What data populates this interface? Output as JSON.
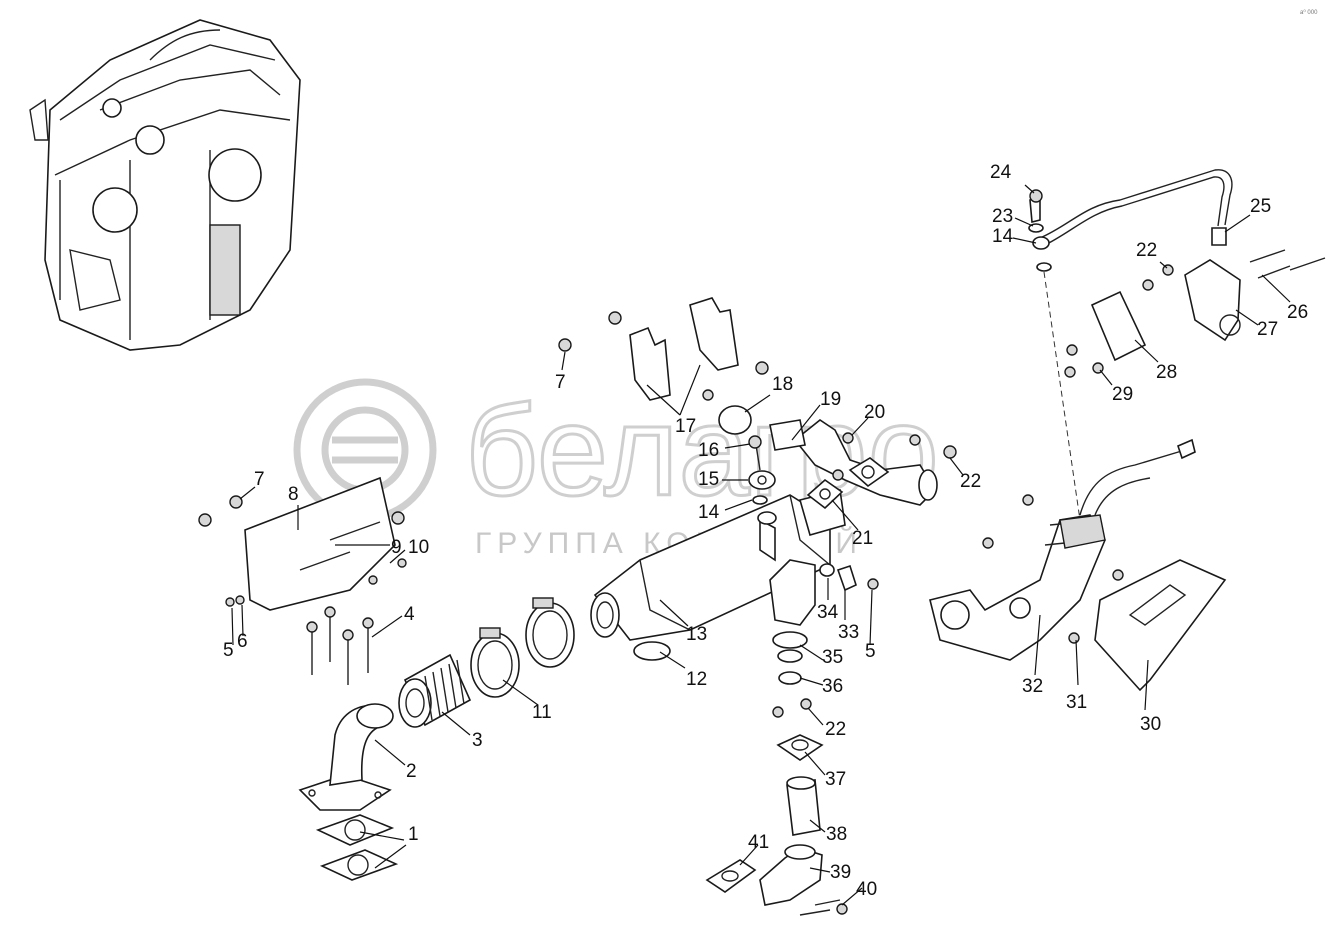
{
  "watermark": {
    "brand": "белагро",
    "subtitle": "ГРУППА КОМПАНИЙ"
  },
  "corner_code": "a⁰ 000",
  "callouts": [
    {
      "id": "c1",
      "text": "1"
    },
    {
      "id": "c2",
      "text": "2"
    },
    {
      "id": "c3",
      "text": "3"
    },
    {
      "id": "c4",
      "text": "4"
    },
    {
      "id": "c5a",
      "text": "5"
    },
    {
      "id": "c5b",
      "text": "5"
    },
    {
      "id": "c6",
      "text": "6"
    },
    {
      "id": "c7a",
      "text": "7"
    },
    {
      "id": "c7b",
      "text": "7"
    },
    {
      "id": "c8",
      "text": "8"
    },
    {
      "id": "c9",
      "text": "9"
    },
    {
      "id": "c10",
      "text": "10"
    },
    {
      "id": "c11",
      "text": "11"
    },
    {
      "id": "c12",
      "text": "12"
    },
    {
      "id": "c13",
      "text": "13"
    },
    {
      "id": "c14a",
      "text": "14"
    },
    {
      "id": "c14b",
      "text": "14"
    },
    {
      "id": "c15",
      "text": "15"
    },
    {
      "id": "c16",
      "text": "16"
    },
    {
      "id": "c17",
      "text": "17"
    },
    {
      "id": "c18",
      "text": "18"
    },
    {
      "id": "c19",
      "text": "19"
    },
    {
      "id": "c20",
      "text": "20"
    },
    {
      "id": "c21",
      "text": "21"
    },
    {
      "id": "c22a",
      "text": "22"
    },
    {
      "id": "c22b",
      "text": "22"
    },
    {
      "id": "c22c",
      "text": "22"
    },
    {
      "id": "c23",
      "text": "23"
    },
    {
      "id": "c24",
      "text": "24"
    },
    {
      "id": "c25",
      "text": "25"
    },
    {
      "id": "c26",
      "text": "26"
    },
    {
      "id": "c27",
      "text": "27"
    },
    {
      "id": "c28",
      "text": "28"
    },
    {
      "id": "c29",
      "text": "29"
    },
    {
      "id": "c30",
      "text": "30"
    },
    {
      "id": "c31",
      "text": "31"
    },
    {
      "id": "c32",
      "text": "32"
    },
    {
      "id": "c33",
      "text": "33"
    },
    {
      "id": "c34",
      "text": "34"
    },
    {
      "id": "c35",
      "text": "35"
    },
    {
      "id": "c36",
      "text": "36"
    },
    {
      "id": "c37",
      "text": "37"
    },
    {
      "id": "c38",
      "text": "38"
    },
    {
      "id": "c39",
      "text": "39"
    },
    {
      "id": "c40",
      "text": "40"
    },
    {
      "id": "c41",
      "text": "41"
    }
  ]
}
